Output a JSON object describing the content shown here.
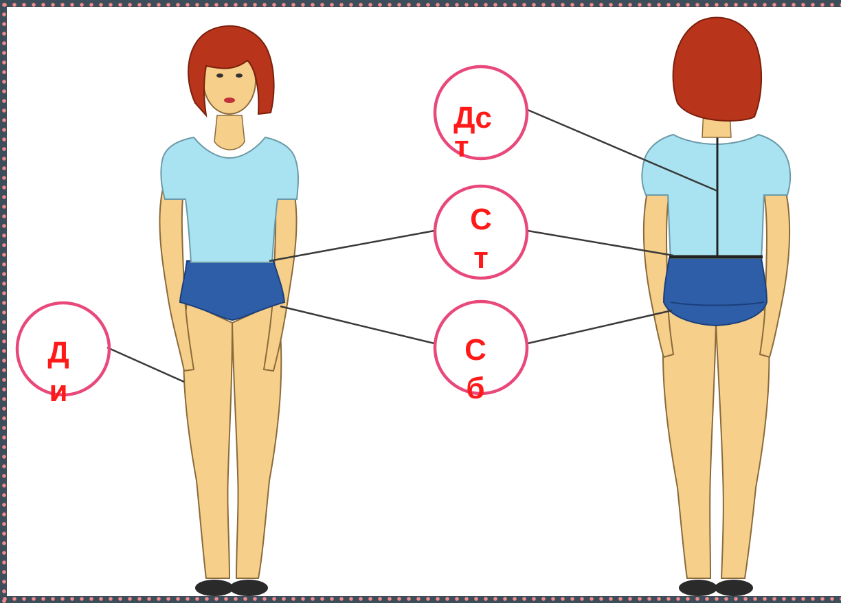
{
  "labels": {
    "dst_line1": "Дс",
    "dst_line2": "т",
    "st_line1": "С",
    "st_line2": "т",
    "sb_line1": "С",
    "sb_line2": "б",
    "di_line1": "Д",
    "di_line2": "и"
  },
  "colors": {
    "circle": "#e8487a",
    "label": "#ff1a1a",
    "shirt": "#a9e3f1",
    "shorts": "#2e5ea8",
    "skin": "#f6cf8a",
    "hair": "#b8341a",
    "frame": "#3d4d5a",
    "frame_dots": "#f08c8c"
  }
}
